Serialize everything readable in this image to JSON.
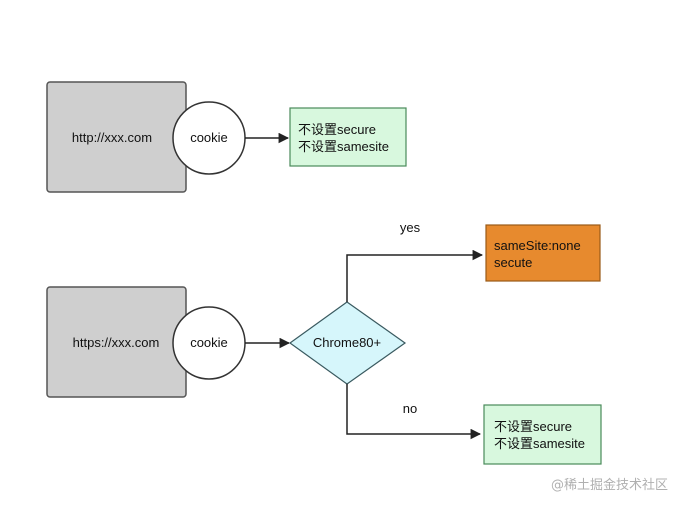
{
  "diagram": {
    "top": {
      "site_label": "http://xxx.com",
      "cookie_label": "cookie",
      "result": {
        "line1": "不设置secure",
        "line2": "不设置samesite"
      }
    },
    "bottom": {
      "site_label": "https://xxx.com",
      "cookie_label": "cookie",
      "decision_label": "Chrome80+",
      "yes_label": "yes",
      "no_label": "no",
      "yes_result": {
        "line1": "sameSite:none",
        "line2": "secute"
      },
      "no_result": {
        "line1": "不设置secure",
        "line2": "不设置samesite"
      }
    },
    "watermark": "@稀土掘金技术社区"
  },
  "colors": {
    "site_box_fill": "#cfcfcf",
    "site_box_stroke": "#555555",
    "green_box_fill": "#d8f8de",
    "green_box_stroke": "#4a8a5a",
    "orange_box_fill": "#e78a2e",
    "orange_box_stroke": "#9a5a18",
    "diamond_fill": "#d6f6fb",
    "diamond_stroke": "#3a5a60",
    "line": "#222222"
  }
}
